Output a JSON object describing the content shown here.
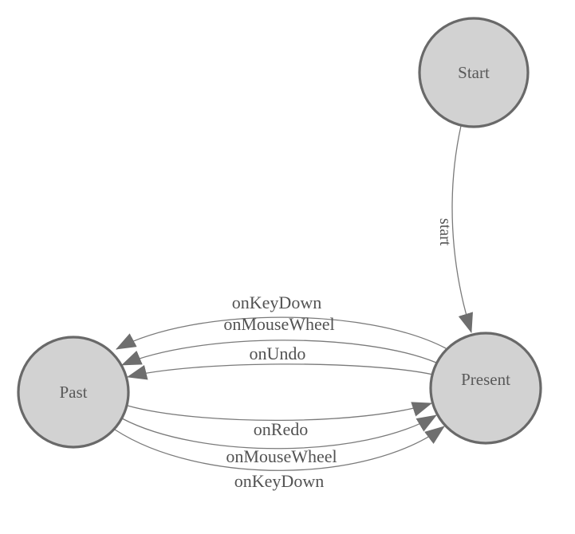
{
  "diagram": {
    "type": "state-machine",
    "colors": {
      "background": "#ffffff",
      "node_fill": "#d2d2d2",
      "node_border": "#696969",
      "edge": "#7a7a7a",
      "arrow": "#6e6e6e",
      "node_label": "#595959",
      "edge_label": "#525252"
    },
    "nodes": [
      {
        "id": "start",
        "label": "Start"
      },
      {
        "id": "past",
        "label": "Past"
      },
      {
        "id": "present",
        "label": "Present"
      }
    ],
    "edges": [
      {
        "from": "Start",
        "to": "Present",
        "label": "start"
      },
      {
        "from": "Present",
        "to": "Past",
        "label": "onKeyDown"
      },
      {
        "from": "Present",
        "to": "Past",
        "label": "onMouseWheel"
      },
      {
        "from": "Present",
        "to": "Past",
        "label": "onUndo"
      },
      {
        "from": "Past",
        "to": "Present",
        "label": "onRedo"
      },
      {
        "from": "Past",
        "to": "Present",
        "label": "onMouseWheel"
      },
      {
        "from": "Past",
        "to": "Present",
        "label": "onKeyDown"
      }
    ]
  }
}
